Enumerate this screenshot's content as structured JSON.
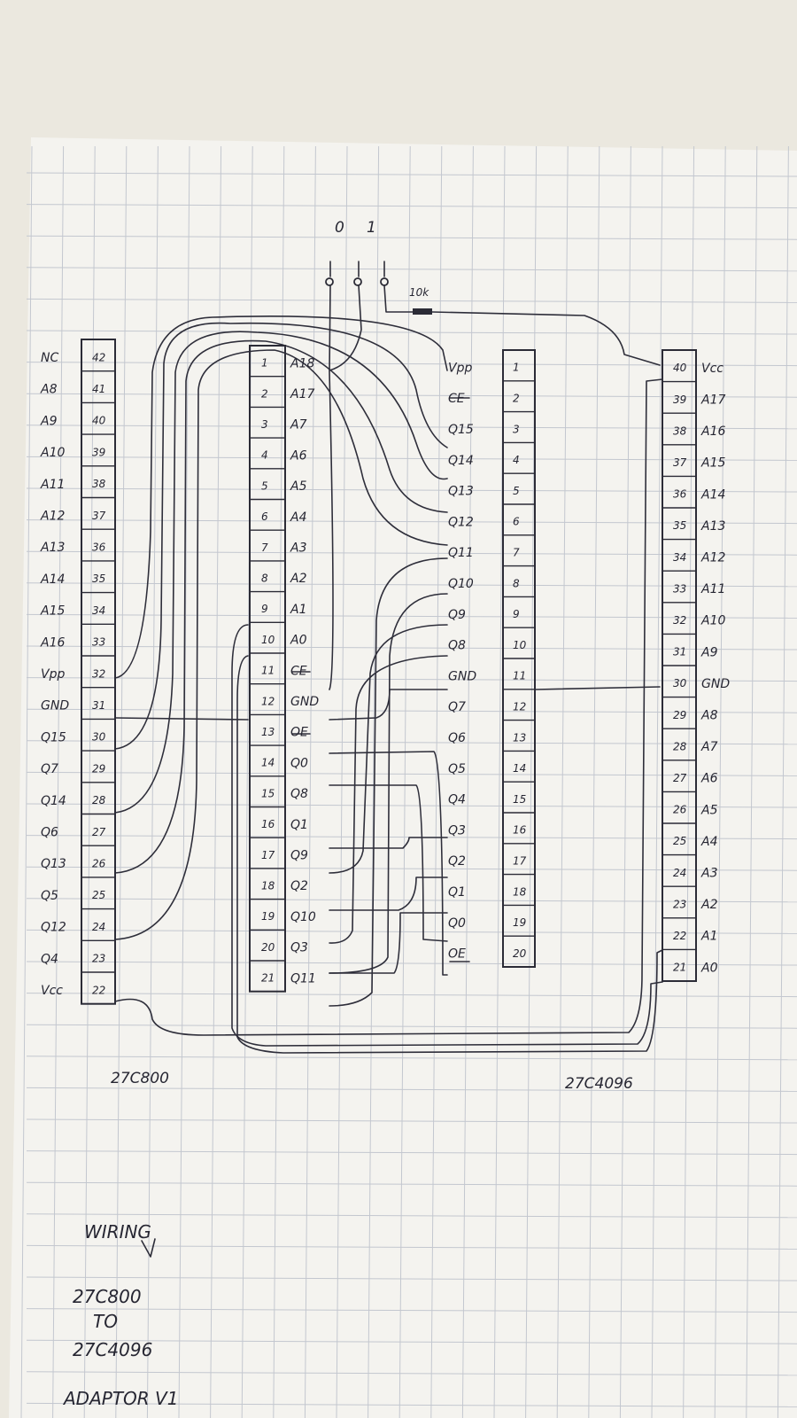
{
  "switch": {
    "label_0": "0",
    "label_1": "1",
    "resistor_label": "10k"
  },
  "left_header": {
    "label": "27C800",
    "pins": [
      {
        "num": "42",
        "name": "NC"
      },
      {
        "num": "41",
        "name": "A8"
      },
      {
        "num": "40",
        "name": "A9"
      },
      {
        "num": "39",
        "name": "A10"
      },
      {
        "num": "38",
        "name": "A11"
      },
      {
        "num": "37",
        "name": "A12"
      },
      {
        "num": "36",
        "name": "A13"
      },
      {
        "num": "35",
        "name": "A14"
      },
      {
        "num": "34",
        "name": "A15"
      },
      {
        "num": "33",
        "name": "A16"
      },
      {
        "num": "32",
        "name": "Vpp"
      },
      {
        "num": "31",
        "name": "GND"
      },
      {
        "num": "30",
        "name": "Q15"
      },
      {
        "num": "29",
        "name": "Q7"
      },
      {
        "num": "28",
        "name": "Q14"
      },
      {
        "num": "27",
        "name": "Q6"
      },
      {
        "num": "26",
        "name": "Q13"
      },
      {
        "num": "25",
        "name": "Q5"
      },
      {
        "num": "24",
        "name": "Q12"
      },
      {
        "num": "23",
        "name": "Q4"
      },
      {
        "num": "22",
        "name": "Vcc"
      }
    ]
  },
  "middle_chip": {
    "pins": [
      {
        "num": "1",
        "name": "A18"
      },
      {
        "num": "2",
        "name": "A17"
      },
      {
        "num": "3",
        "name": "A7"
      },
      {
        "num": "4",
        "name": "A6"
      },
      {
        "num": "5",
        "name": "A5"
      },
      {
        "num": "6",
        "name": "A4"
      },
      {
        "num": "7",
        "name": "A3"
      },
      {
        "num": "8",
        "name": "A2"
      },
      {
        "num": "9",
        "name": "A1"
      },
      {
        "num": "10",
        "name": "A0"
      },
      {
        "num": "11",
        "name": "CE"
      },
      {
        "num": "12",
        "name": "GND"
      },
      {
        "num": "13",
        "name": "OE"
      },
      {
        "num": "14",
        "name": "Q0"
      },
      {
        "num": "15",
        "name": "Q8"
      },
      {
        "num": "16",
        "name": "Q1"
      },
      {
        "num": "17",
        "name": "Q9"
      },
      {
        "num": "18",
        "name": "Q2"
      },
      {
        "num": "19",
        "name": "Q10"
      },
      {
        "num": "20",
        "name": "Q3"
      },
      {
        "num": "21",
        "name": "Q11"
      }
    ]
  },
  "right_mid_header": {
    "pins": [
      {
        "num": "1",
        "name": "Vpp"
      },
      {
        "num": "2",
        "name": "CE"
      },
      {
        "num": "3",
        "name": "Q15"
      },
      {
        "num": "4",
        "name": "Q14"
      },
      {
        "num": "5",
        "name": "Q13"
      },
      {
        "num": "6",
        "name": "Q12"
      },
      {
        "num": "7",
        "name": "Q11"
      },
      {
        "num": "8",
        "name": "Q10"
      },
      {
        "num": "9",
        "name": "Q9"
      },
      {
        "num": "10",
        "name": "Q8"
      },
      {
        "num": "11",
        "name": "GND"
      },
      {
        "num": "12",
        "name": "Q7"
      },
      {
        "num": "13",
        "name": "Q6"
      },
      {
        "num": "14",
        "name": "Q5"
      },
      {
        "num": "15",
        "name": "Q4"
      },
      {
        "num": "16",
        "name": "Q3"
      },
      {
        "num": "17",
        "name": "Q2"
      },
      {
        "num": "18",
        "name": "Q1"
      },
      {
        "num": "19",
        "name": "Q0"
      },
      {
        "num": "20",
        "name": "OE"
      }
    ]
  },
  "right_header": {
    "label": "27C4096",
    "pins": [
      {
        "num": "40",
        "name": "Vcc"
      },
      {
        "num": "39",
        "name": "A17"
      },
      {
        "num": "38",
        "name": "A16"
      },
      {
        "num": "37",
        "name": "A15"
      },
      {
        "num": "36",
        "name": "A14"
      },
      {
        "num": "35",
        "name": "A13"
      },
      {
        "num": "34",
        "name": "A12"
      },
      {
        "num": "33",
        "name": "A11"
      },
      {
        "num": "32",
        "name": "A10"
      },
      {
        "num": "31",
        "name": "A9"
      },
      {
        "num": "30",
        "name": "GND"
      },
      {
        "num": "29",
        "name": "A8"
      },
      {
        "num": "28",
        "name": "A7"
      },
      {
        "num": "27",
        "name": "A6"
      },
      {
        "num": "26",
        "name": "A5"
      },
      {
        "num": "25",
        "name": "A4"
      },
      {
        "num": "24",
        "name": "A3"
      },
      {
        "num": "23",
        "name": "A2"
      },
      {
        "num": "22",
        "name": "A1"
      },
      {
        "num": "21",
        "name": "A0"
      }
    ]
  },
  "title_note": {
    "lines": [
      "WIRING",
      "27C800",
      "TO",
      "27C4096",
      "ADAPTOR V1"
    ]
  },
  "colors": {
    "ink": "#262632",
    "grid": "#c3c7cf",
    "paper": "#f4f3ef"
  }
}
